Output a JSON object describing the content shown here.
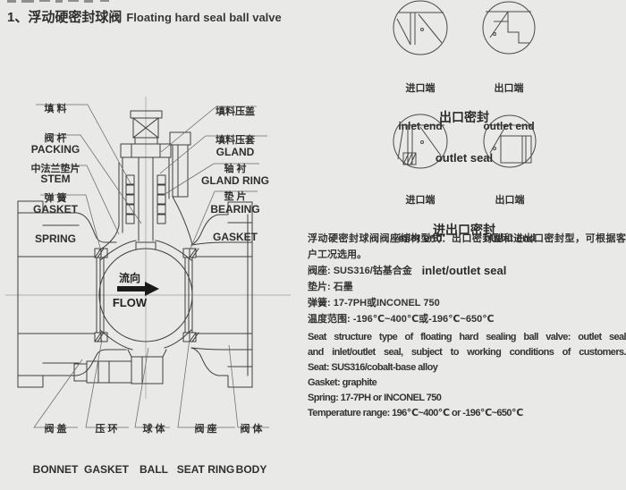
{
  "heading": {
    "prefix": "1、",
    "zh": "浮动硬密封球阀",
    "en": "Floating hard seal ball valve"
  },
  "valve_diagram": {
    "labels_left": [
      {
        "zh": "填 料",
        "en": "PACKING"
      },
      {
        "zh": "阀 杆",
        "en": "STEM"
      },
      {
        "zh": "中法兰垫片",
        "en": "GASKET"
      },
      {
        "zh": "弹 簧",
        "en": "SPRING"
      }
    ],
    "labels_right": [
      {
        "zh": "填料压盖",
        "en": "GLAND"
      },
      {
        "zh": "填料压套",
        "en": "GLAND RING"
      },
      {
        "zh": "轴 衬",
        "en": "BEARING"
      },
      {
        "zh": "垫 片",
        "en": "GASKET"
      }
    ],
    "labels_bottom": [
      {
        "zh": "阀 盖",
        "en": "BONNET"
      },
      {
        "zh": "压 环",
        "en": "GASKET"
      },
      {
        "zh": "球 体",
        "en": "BALL"
      },
      {
        "zh": "阀 座",
        "en": "SEAT RING"
      },
      {
        "zh": "阀 体",
        "en": "BODY"
      }
    ],
    "flow": {
      "zh": "流向",
      "en": "FLOW"
    }
  },
  "seal_details": {
    "row_outlet": {
      "circle1": {
        "zh": "进口端",
        "en": "inlet end"
      },
      "circle2": {
        "zh": "出口端",
        "en": "outlet end"
      },
      "caption_zh": "出口密封",
      "caption_en": "outlet seal"
    },
    "row_inlet_outlet": {
      "circle1": {
        "zh": "进口端",
        "en": "inlet end"
      },
      "circle2": {
        "zh": "出口端",
        "en": "outlet end"
      },
      "caption_zh": "进出口密封",
      "caption_en": "inlet/outlet seal"
    }
  },
  "specs": {
    "zh_lines": [
      "浮动硬密封球阀阀座结构型式：出口密封型和进出口密封型，可根据客",
      "户工况选用。",
      "阀座: SUS316/钴基合金",
      "垫片: 石墨",
      "弹簧: 17-7PH或INCONEL 750",
      "温度范围: -196℃~400℃或-196℃~650℃"
    ],
    "en_lines": [
      "Seat structure type of floating hard sealing ball valve: outlet seal",
      "and inlet/outlet seal, subject to working conditions of customers.",
      "Seat: SUS316/cobalt-base alloy",
      "Gasket: graphite",
      "Spring: 17-7PH or INCONEL 750",
      "Temperature range: 196℃~400℃ or -196℃~650℃"
    ]
  }
}
